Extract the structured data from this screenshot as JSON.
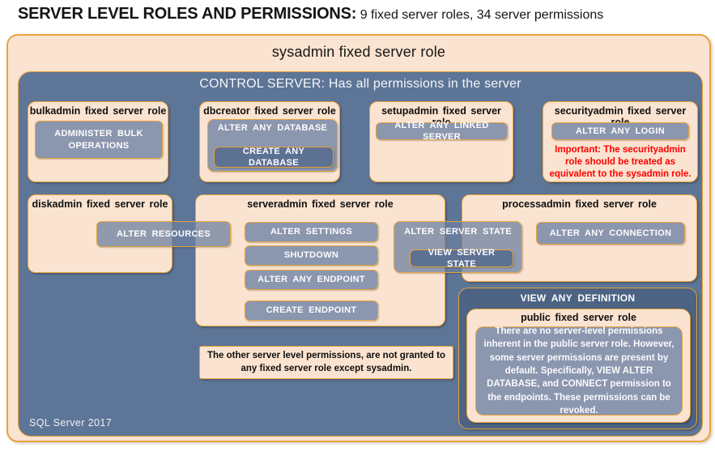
{
  "header": {
    "title_bold": "SERVER LEVEL ROLES AND PERMISSIONS:",
    "title_rest": " 9 fixed server roles, 34 server permissions"
  },
  "sysadmin": {
    "title": "sysadmin fixed server role"
  },
  "control_server": {
    "title": "CONTROL SERVER: Has all permissions in the server"
  },
  "roles": {
    "bulkadmin": {
      "title": "bulkadmin fixed server role",
      "permission": "ADMINISTER BULK OPERATIONS"
    },
    "dbcreator": {
      "title": "dbcreator fixed server role",
      "permission": "ALTER ANY DATABASE",
      "nested_permission": "CREATE ANY DATABASE"
    },
    "setupadmin": {
      "title": "setupadmin fixed server role",
      "permission": "ALTER ANY LINKED SERVER"
    },
    "securityadmin": {
      "title": "securityadmin fixed server role",
      "permission": "ALTER ANY LOGIN",
      "warning": "Important: The securityadmin role should be treated as equivalent to the sysadmin role."
    },
    "diskadmin": {
      "title": "diskadmin fixed server role",
      "permission": "ALTER RESOURCES"
    },
    "serveradmin": {
      "title": "serveradmin fixed server role",
      "permissions": [
        "ALTER SETTINGS",
        "SHUTDOWN",
        "ALTER ANY ENDPOINT",
        "CREATE ENDPOINT"
      ],
      "overlap_permission": "ALTER SERVER STATE",
      "nested_permission": "VIEW SERVER STATE"
    },
    "processadmin": {
      "title": "processadmin fixed server role",
      "permission": "ALTER ANY CONNECTION"
    },
    "public": {
      "parent_permission": "VIEW ANY DEFINITION",
      "title": "public fixed server role",
      "description": "There are no server-level permissions inherent in the public server role. However, some server permissions are present by default. Specifically, VIEW ALTER DATABASE, and CONNECT permission to the endpoints. These permissions can be revoked."
    }
  },
  "note": "The other server level permissions, are not granted to any fixed server role except sysadmin.",
  "footer": {
    "label": "SQL Server 2017"
  },
  "colors": {
    "gold": "#E8A33C",
    "peach": "#FAE3D0",
    "panel-blue": "#5D7596",
    "chip-gray": "#8B96AF",
    "chip-dark": "#5D7193",
    "viewdef-blue": "#4C6384",
    "warning-red": "#FF0000"
  }
}
